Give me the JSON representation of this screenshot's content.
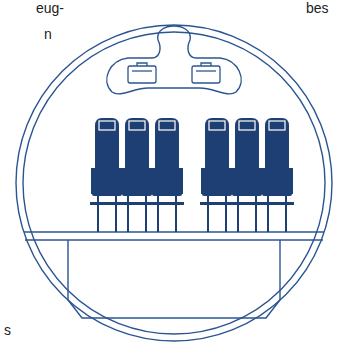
{
  "diagram": {
    "labels": [
      "eug-",
      "n",
      "bes",
      "s"
    ]
  }
}
